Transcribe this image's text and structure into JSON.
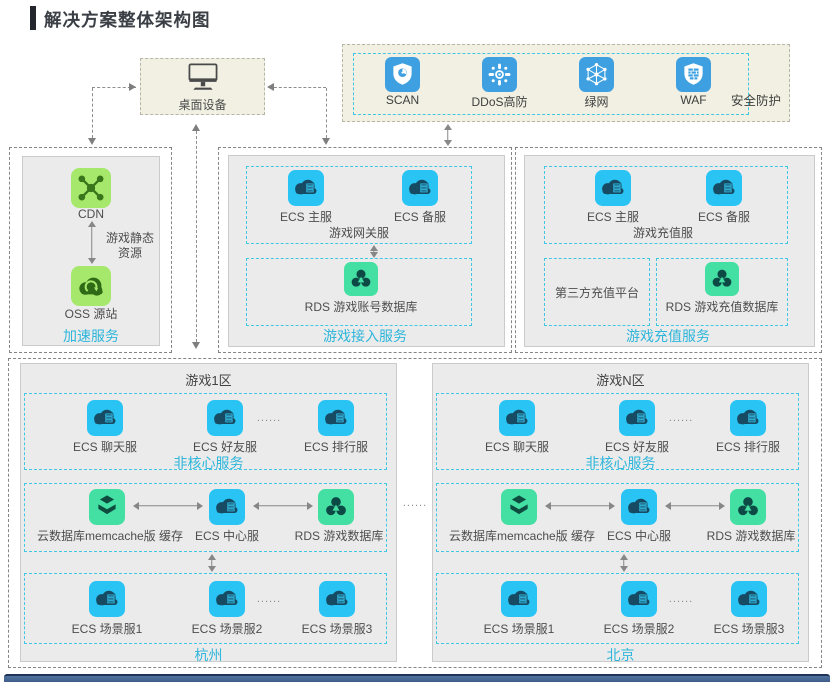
{
  "page": {
    "title": "解决方案整体架构图"
  },
  "desktop": {
    "label": "桌面设备"
  },
  "security": {
    "label": "安全防护",
    "items": [
      {
        "icon": "scan-icon",
        "label": "SCAN"
      },
      {
        "icon": "ddos-icon",
        "label": "DDoS高防"
      },
      {
        "icon": "green-net-icon",
        "label": "绿网"
      },
      {
        "icon": "waf-icon",
        "label": "WAF"
      }
    ]
  },
  "acceleration": {
    "cdn": "CDN",
    "flow_line1": "游戏静态",
    "flow_line2": "资源",
    "oss": "OSS 源站",
    "label": "加速服务"
  },
  "access": {
    "ecs_primary": "ECS 主服",
    "ecs_backup": "ECS 备服",
    "gateway": "游戏网关服",
    "rds": "RDS 游戏账号数据库",
    "label": "游戏接入服务"
  },
  "recharge": {
    "ecs_primary": "ECS 主服",
    "ecs_backup": "ECS 备服",
    "server": "游戏充值服",
    "third_party": "第三方充值平台",
    "rds": "RDS 游戏充值数据库",
    "label": "游戏充值服务"
  },
  "zones": [
    {
      "title": "游戏1区",
      "noncore": {
        "items": [
          "ECS 聊天服",
          "ECS 好友服",
          "ECS 排行服"
        ],
        "dots": "......",
        "label": "非核心服务"
      },
      "core": {
        "memcache": "云数据库memcache版 缓存",
        "center": "ECS 中心服",
        "rds": "RDS 游戏数据库"
      },
      "scene": {
        "items": [
          "ECS 场景服1",
          "ECS 场景服2",
          "ECS 场景服3"
        ],
        "dots": "......"
      },
      "region": "杭州"
    },
    {
      "title": "游戏N区",
      "noncore": {
        "items": [
          "ECS 聊天服",
          "ECS 好友服",
          "ECS 排行服"
        ],
        "dots": "......",
        "label": "非核心服务"
      },
      "core": {
        "memcache": "云数据库memcache版 缓存",
        "center": "ECS 中心服",
        "rds": "RDS 游戏数据库"
      },
      "scene": {
        "items": [
          "ECS 场景服1",
          "ECS 场景服2",
          "ECS 场景服3"
        ],
        "dots": "......"
      },
      "region": "北京"
    }
  ],
  "zone_gap_dots": "......",
  "colors": {
    "accent_cyan": "#2eb6db",
    "ecs_blue": "#29c4f4",
    "db_green": "#43dfa3",
    "cdn_green": "#a6e86b",
    "security_blue": "#3fa0e1",
    "footer_navy": "#395682",
    "panel_beige": "#f1f0e2",
    "panel_gray": "#ebebeb"
  }
}
